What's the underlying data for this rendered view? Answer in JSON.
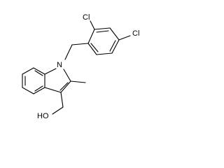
{
  "atom_labels": {
    "cl_ortho": "Cl",
    "cl_para": "Cl",
    "n_indole": "N",
    "hydroxyl": "HO"
  }
}
